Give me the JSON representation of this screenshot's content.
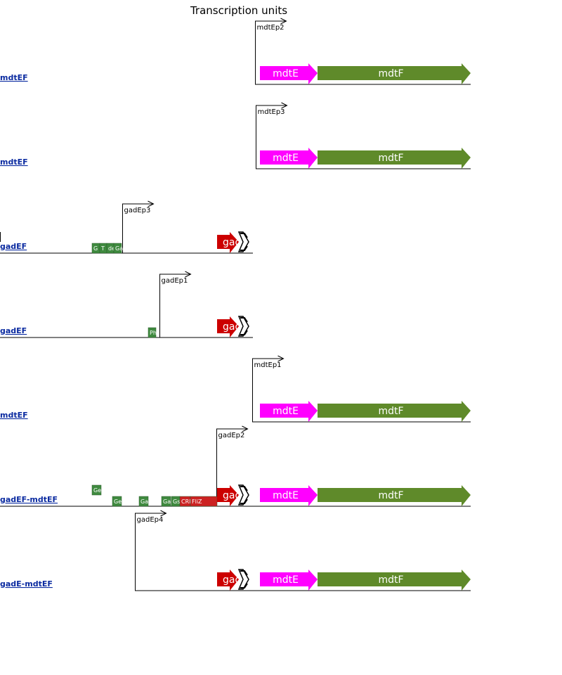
{
  "title": "Transcription units",
  "colors": {
    "mdtE": "#ff00ff",
    "mdtF": "#5f8a2a",
    "gadE": "#cc0000",
    "site_green": "#3f8a3f",
    "site_red": "#cc2222",
    "link": "#0a2aa0",
    "line": "#000000"
  },
  "rows": [
    {
      "tu_label": "mdtEF",
      "promoter": "mdtEp2",
      "genes": [
        {
          "name": "mdtE",
          "label": "mdtE"
        },
        {
          "name": "mdtF",
          "label": "mdtF"
        }
      ],
      "sites": []
    },
    {
      "tu_label": "mdtEF",
      "promoter": "mdtEp3",
      "genes": [
        {
          "name": "mdtE",
          "label": "mdtE"
        },
        {
          "name": "mdtF",
          "label": "mdtF"
        }
      ],
      "sites": []
    },
    {
      "tu_label": "gadEF",
      "promoter": "gadEp3",
      "genes": [
        {
          "name": "gadE",
          "label": "gad"
        },
        {
          "name": "gadF",
          "label": ""
        }
      ],
      "sites": [
        {
          "label": "G"
        },
        {
          "label": "T"
        },
        {
          "label": "de"
        },
        {
          "label": "Ga"
        }
      ]
    },
    {
      "tu_label": "gadEF",
      "promoter": "gadEp1",
      "genes": [
        {
          "name": "gadE",
          "label": "gad"
        },
        {
          "name": "gadF",
          "label": ""
        }
      ],
      "sites": [
        {
          "label": "Ph"
        }
      ]
    },
    {
      "tu_label": "mdtEF",
      "promoter": "mdtEp1",
      "genes": [
        {
          "name": "mdtE",
          "label": "mdtE"
        },
        {
          "name": "mdtF",
          "label": "mdtF"
        }
      ],
      "sites": []
    },
    {
      "tu_label": "gadEF-mdtEF",
      "promoter": "gadEp2",
      "genes": [
        {
          "name": "gadE",
          "label": "gad"
        },
        {
          "name": "gadF",
          "label": ""
        },
        {
          "name": "mdtE",
          "label": "mdtE"
        },
        {
          "name": "mdtF",
          "label": "mdtF"
        }
      ],
      "sites": [
        {
          "label": "Ge"
        },
        {
          "label": "Ge"
        },
        {
          "label": "Ga"
        },
        {
          "label": "Ga"
        },
        {
          "label": "Gs"
        },
        {
          "label": "CRP"
        },
        {
          "label": "FliZ"
        }
      ]
    },
    {
      "tu_label": "gadE-mdtEF",
      "promoter": "gadEp4",
      "genes": [
        {
          "name": "gadE",
          "label": "gad"
        },
        {
          "name": "gadF",
          "label": ""
        },
        {
          "name": "mdtE",
          "label": "mdtE"
        },
        {
          "name": "mdtF",
          "label": "mdtF"
        }
      ],
      "sites": []
    }
  ]
}
